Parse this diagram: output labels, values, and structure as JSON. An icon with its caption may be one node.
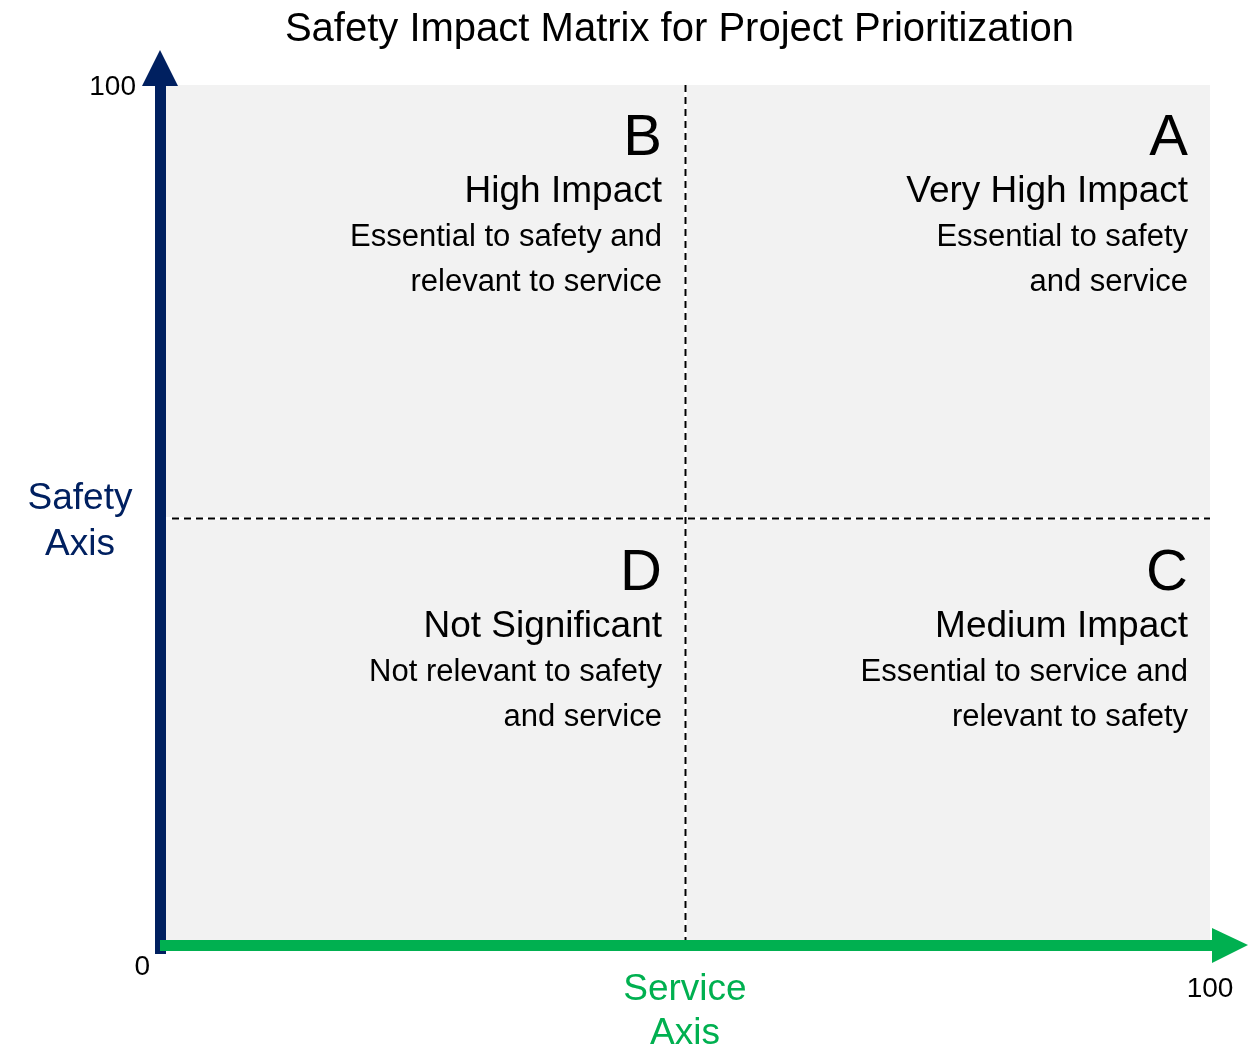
{
  "diagram": {
    "title": "Safety Impact Matrix for Project Prioritization",
    "nodes": [
      {
        "text": [
          "B",
          "High Impact",
          "Essential to safety and relevant to service"
        ]
      },
      {
        "text": [
          "A",
          "Very High Impact",
          "Essential to safety and service"
        ]
      },
      {
        "text": [
          "D",
          "Not Significant",
          "Not relevant to safety and service"
        ]
      },
      {
        "text": [
          "C",
          "Medium Impact",
          "Essential to service and relevant to safety"
        ]
      }
    ],
    "edges": [],
    "labels": [
      "100",
      "Safety Axis",
      "0",
      "Service Axis",
      "100"
    ]
  }
}
